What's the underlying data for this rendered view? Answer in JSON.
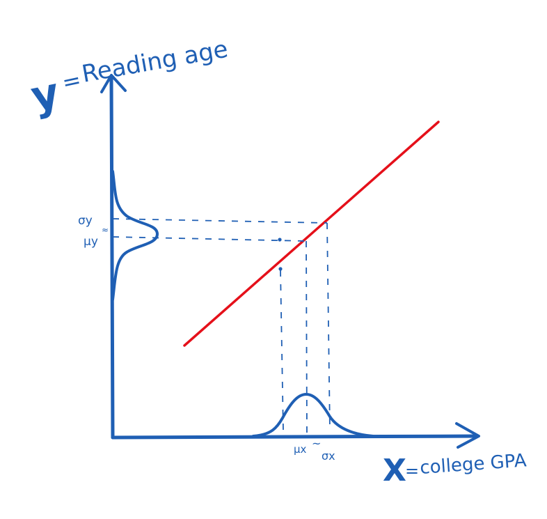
{
  "diagram": {
    "y_axis": {
      "symbol": "y",
      "separator": "=",
      "label": "Reading age"
    },
    "x_axis": {
      "symbol": "X",
      "separator": "=",
      "label": "college GPA"
    },
    "y_annotations": {
      "sigma": "σy",
      "approx": "≈",
      "mu": "μy"
    },
    "x_annotations": {
      "mu": "μx",
      "approx": "~",
      "sigma": "σx"
    },
    "colors": {
      "ink": "#1f5fb4",
      "regression_line": "#e5101a"
    }
  }
}
